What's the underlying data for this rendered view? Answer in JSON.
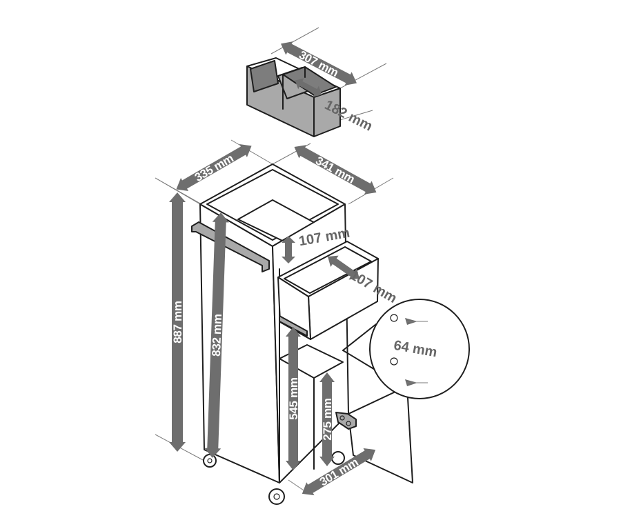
{
  "dimensions": {
    "box_width": "307 mm",
    "box_depth": "182 mm",
    "top_depth": "335 mm",
    "top_width": "341 mm",
    "total_height": "887 mm",
    "body_height": "832 mm",
    "shelf_height": "545 mm",
    "inner_height": "275 mm",
    "base_width": "301 mm",
    "drawer_height": "107 mm",
    "drawer_depth": "107 mm",
    "hole_spacing": "64 mm"
  },
  "colors": {
    "arrow": "#6e6e6e",
    "panel": "#a9a9a9",
    "line": "#1e1e1e"
  }
}
